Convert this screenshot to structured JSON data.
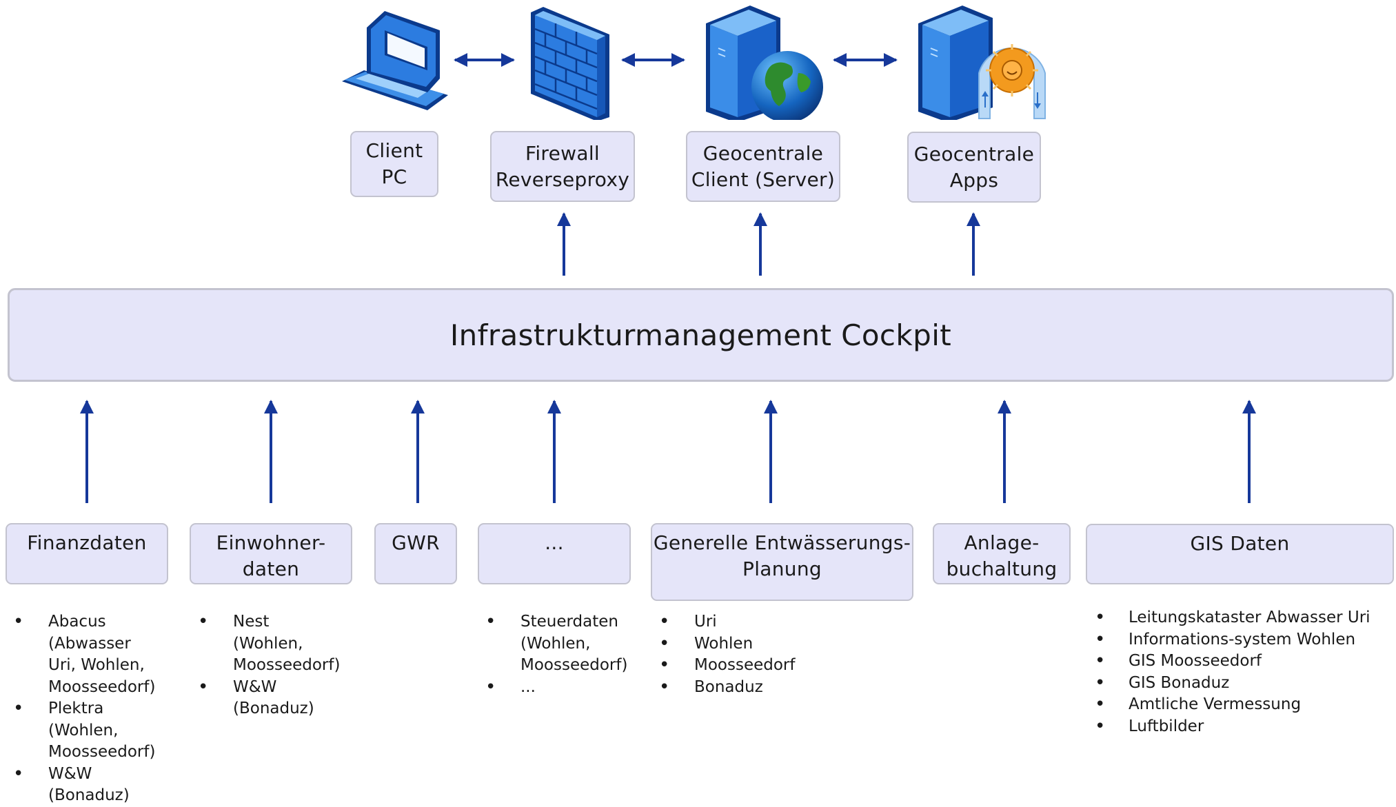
{
  "top_nodes": [
    {
      "id": "client",
      "label": "Client\nPC",
      "icon": "laptop-icon"
    },
    {
      "id": "firewall",
      "label": "Firewall\nReverseproxy",
      "icon": "firewall-icon"
    },
    {
      "id": "server",
      "label": "Geocentrale\nClient (Server)",
      "icon": "server-globe-icon"
    },
    {
      "id": "apps",
      "label": "Geocentrale\nApps",
      "icon": "server-app-icon"
    }
  ],
  "cockpit": {
    "label": "Infrastrukturmanagement Cockpit"
  },
  "sources": [
    {
      "label": "Finanzdaten",
      "items": [
        "Abacus\n(Abwasser\nUri, Wohlen,\nMoosseedorf)",
        "Plektra\n(Wohlen,\nMoosseedorf)",
        "W&W\n(Bonaduz)"
      ]
    },
    {
      "label": "Einwohner-\ndaten",
      "items": [
        "Nest\n(Wohlen,\nMoosseedorf)",
        "W&W\n(Bonaduz)"
      ]
    },
    {
      "label": "GWR",
      "items": []
    },
    {
      "label": "...",
      "items": [
        "Steuerdaten\n(Wohlen,\nMoosseedorf)",
        "..."
      ]
    },
    {
      "label": "Generelle Entwässerungs-\nPlanung",
      "items": [
        "Uri",
        "Wohlen",
        "Moosseedorf",
        "Bonaduz"
      ]
    },
    {
      "label": "Anlage-\nbuchaltung",
      "items": []
    },
    {
      "label": "GIS Daten",
      "items": [
        "Leitungskataster Abwasser Uri",
        "Informations-system Wohlen",
        "GIS Moosseedorf",
        "GIS Bonaduz",
        "Amtliche Vermessung",
        "Luftbilder"
      ]
    }
  ],
  "colors": {
    "box_fill": "#e5e5f9",
    "box_border": "#c3c3cf",
    "arrow": "#16389a",
    "icon_blue": "#1e6fd9"
  }
}
